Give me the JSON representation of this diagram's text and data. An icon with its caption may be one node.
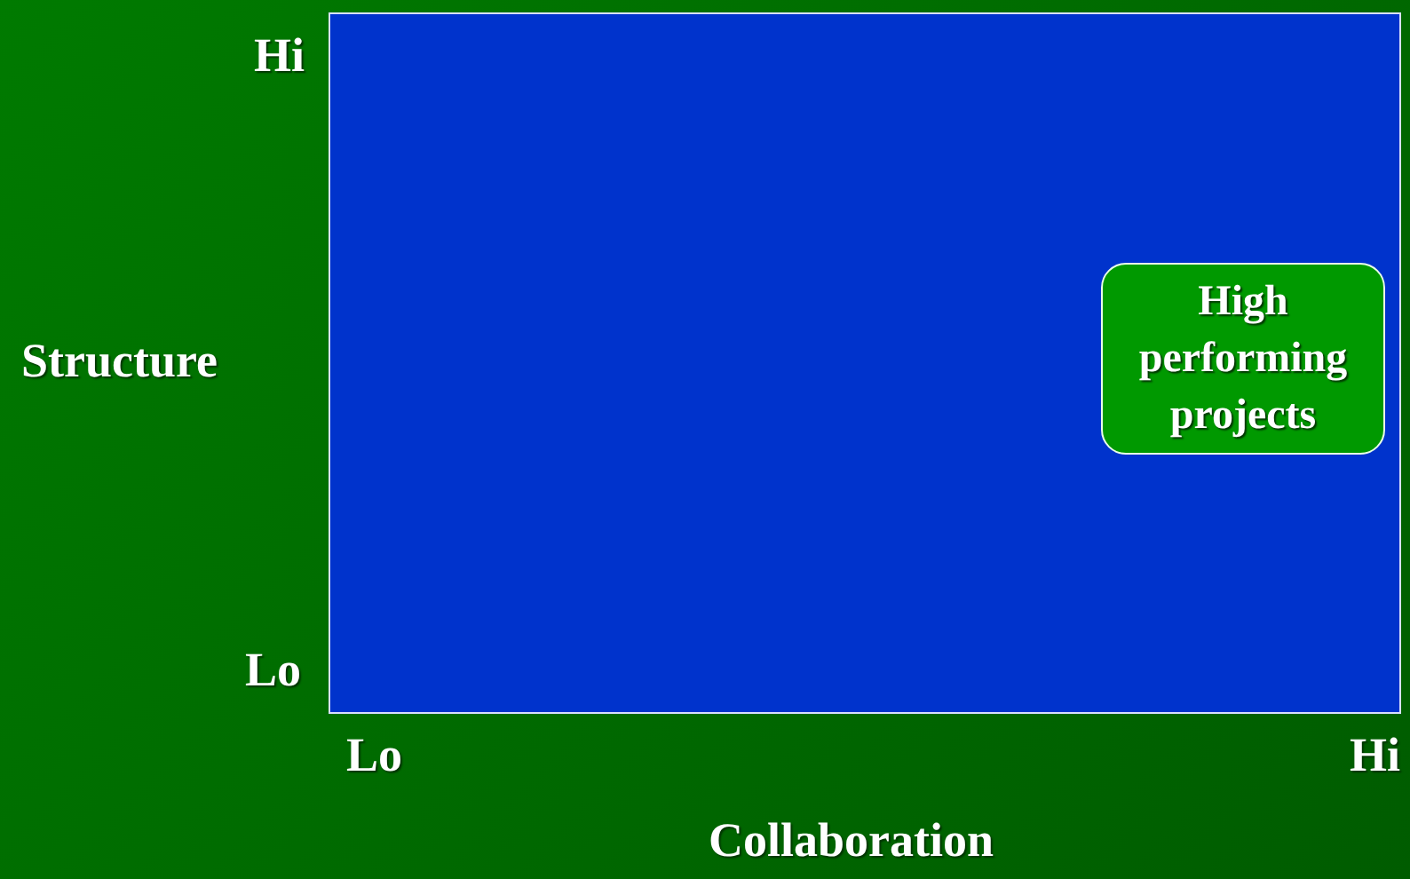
{
  "diagram": {
    "nodes": [
      {
        "text": [],
        "shape": "box"
      },
      {
        "text": [
          "High performing projects"
        ],
        "in": 0
      }
    ],
    "edges": [],
    "labels": [
      "Hi",
      "Structure",
      "Lo",
      "Lo",
      "Hi",
      "Collaboration"
    ]
  }
}
